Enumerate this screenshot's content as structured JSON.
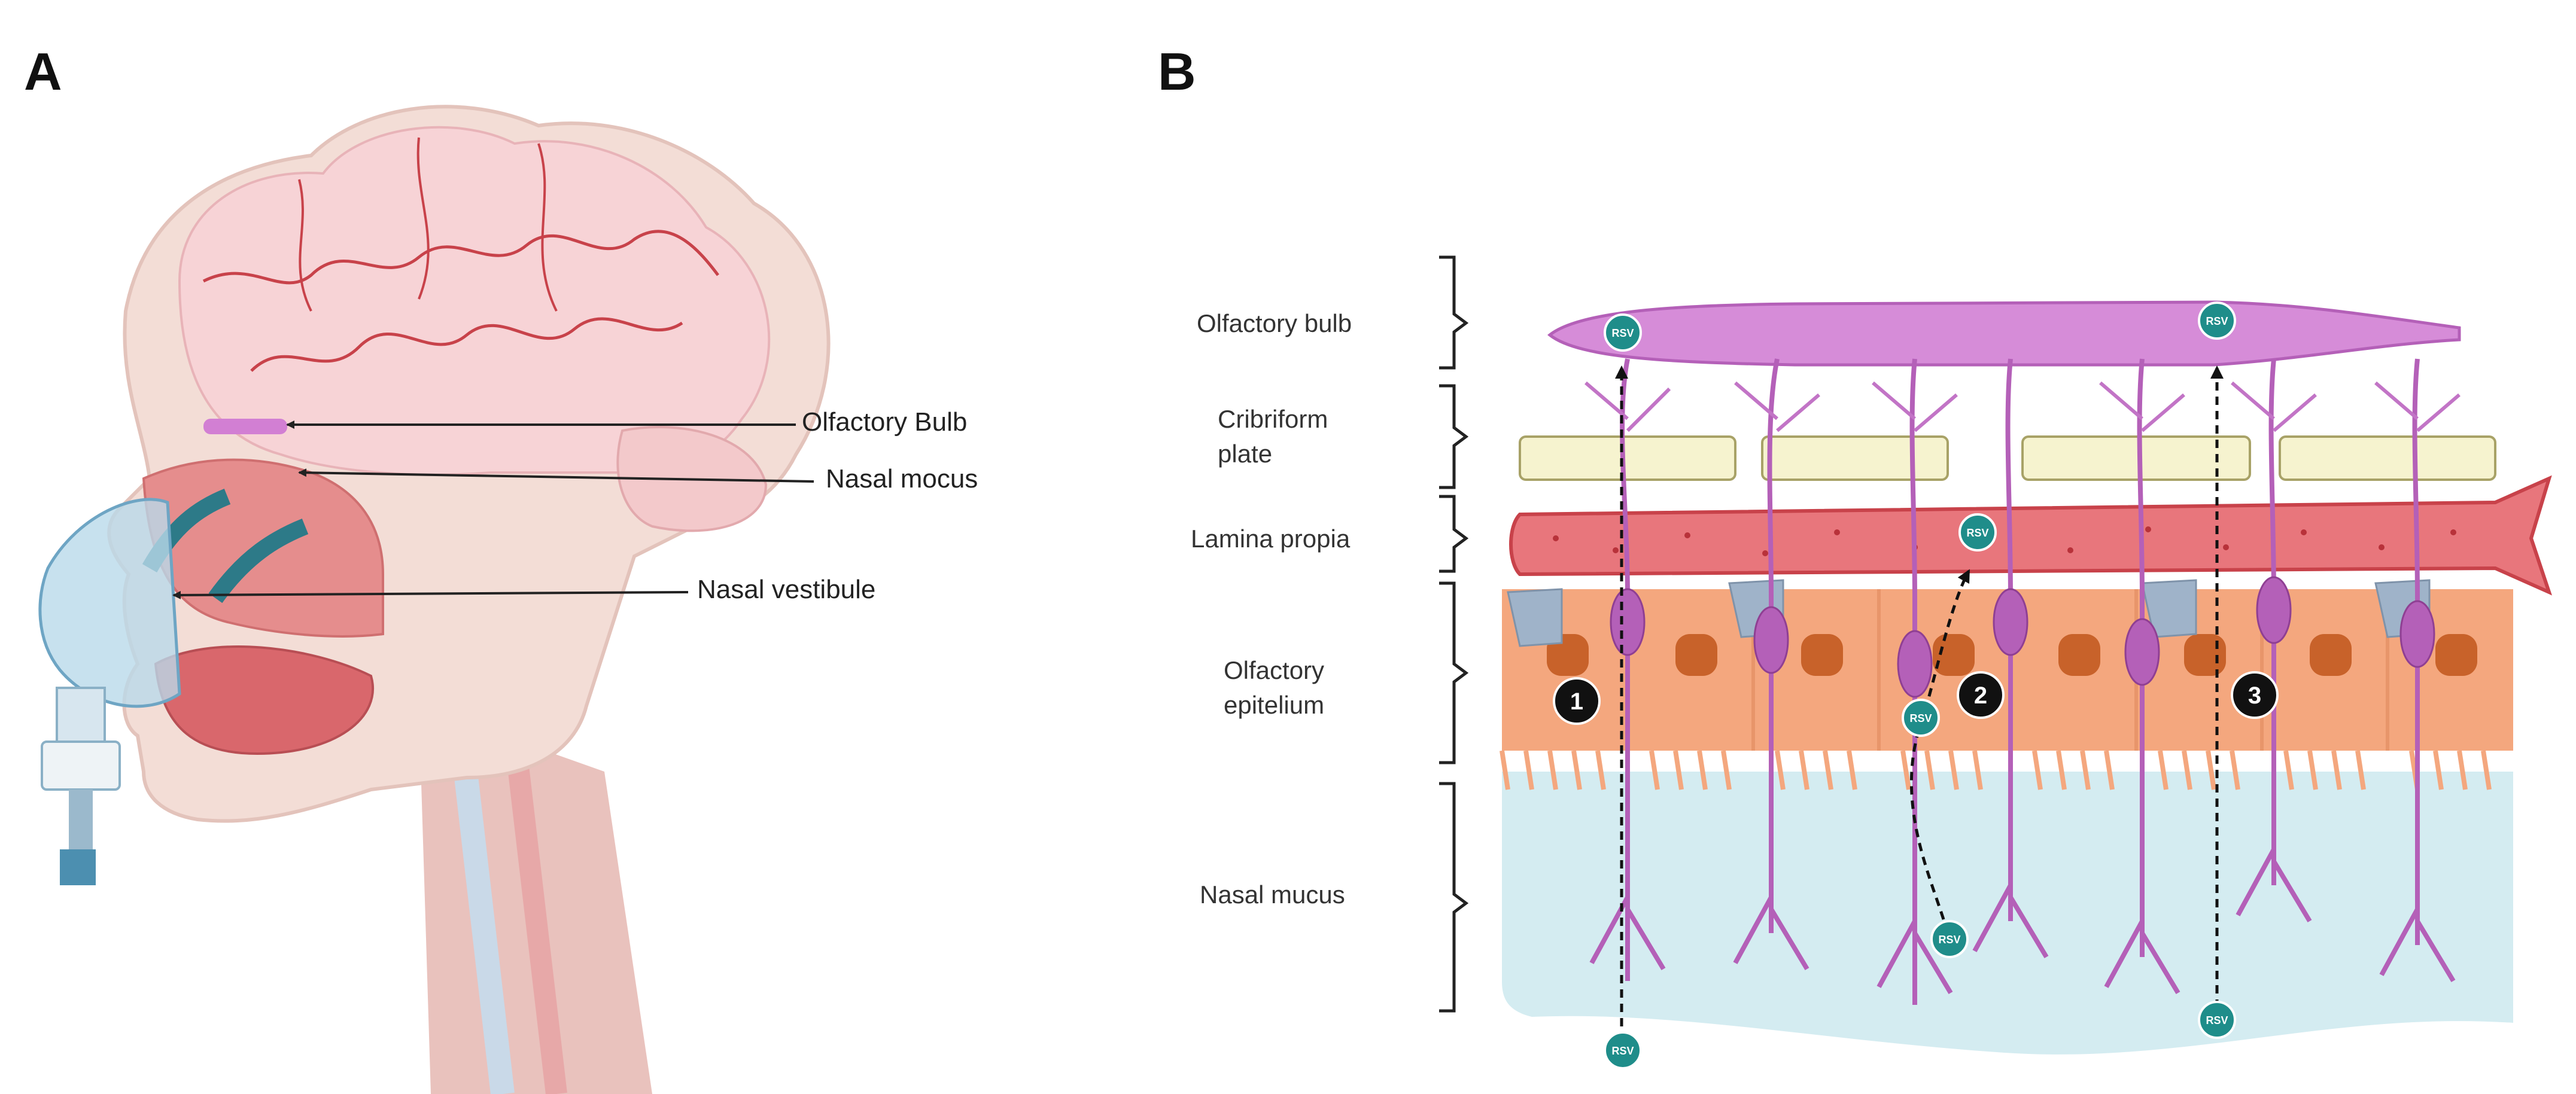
{
  "panels": {
    "a": "A",
    "b": "B"
  },
  "panel_a": {
    "labels": [
      "Olfactory Bulb",
      "Nasal mocus",
      "Nasal vestibule"
    ]
  },
  "panel_b": {
    "layers": [
      "Olfactory bulb",
      "Cribriform plate",
      "Lamina propia",
      "Olfactory epitelium",
      "Nasal mucus"
    ],
    "virus_label": "RSV",
    "route_numbers": [
      "1",
      "2",
      "3"
    ]
  },
  "colors": {
    "brain": "#f7d3d6",
    "vessel": "#c8424a",
    "epithelium": "#f4a77e",
    "mucus": "#d4ecf1",
    "neuron": "#b460b8",
    "virus": "#1f8d8a",
    "plate": "#f6f3cf"
  }
}
